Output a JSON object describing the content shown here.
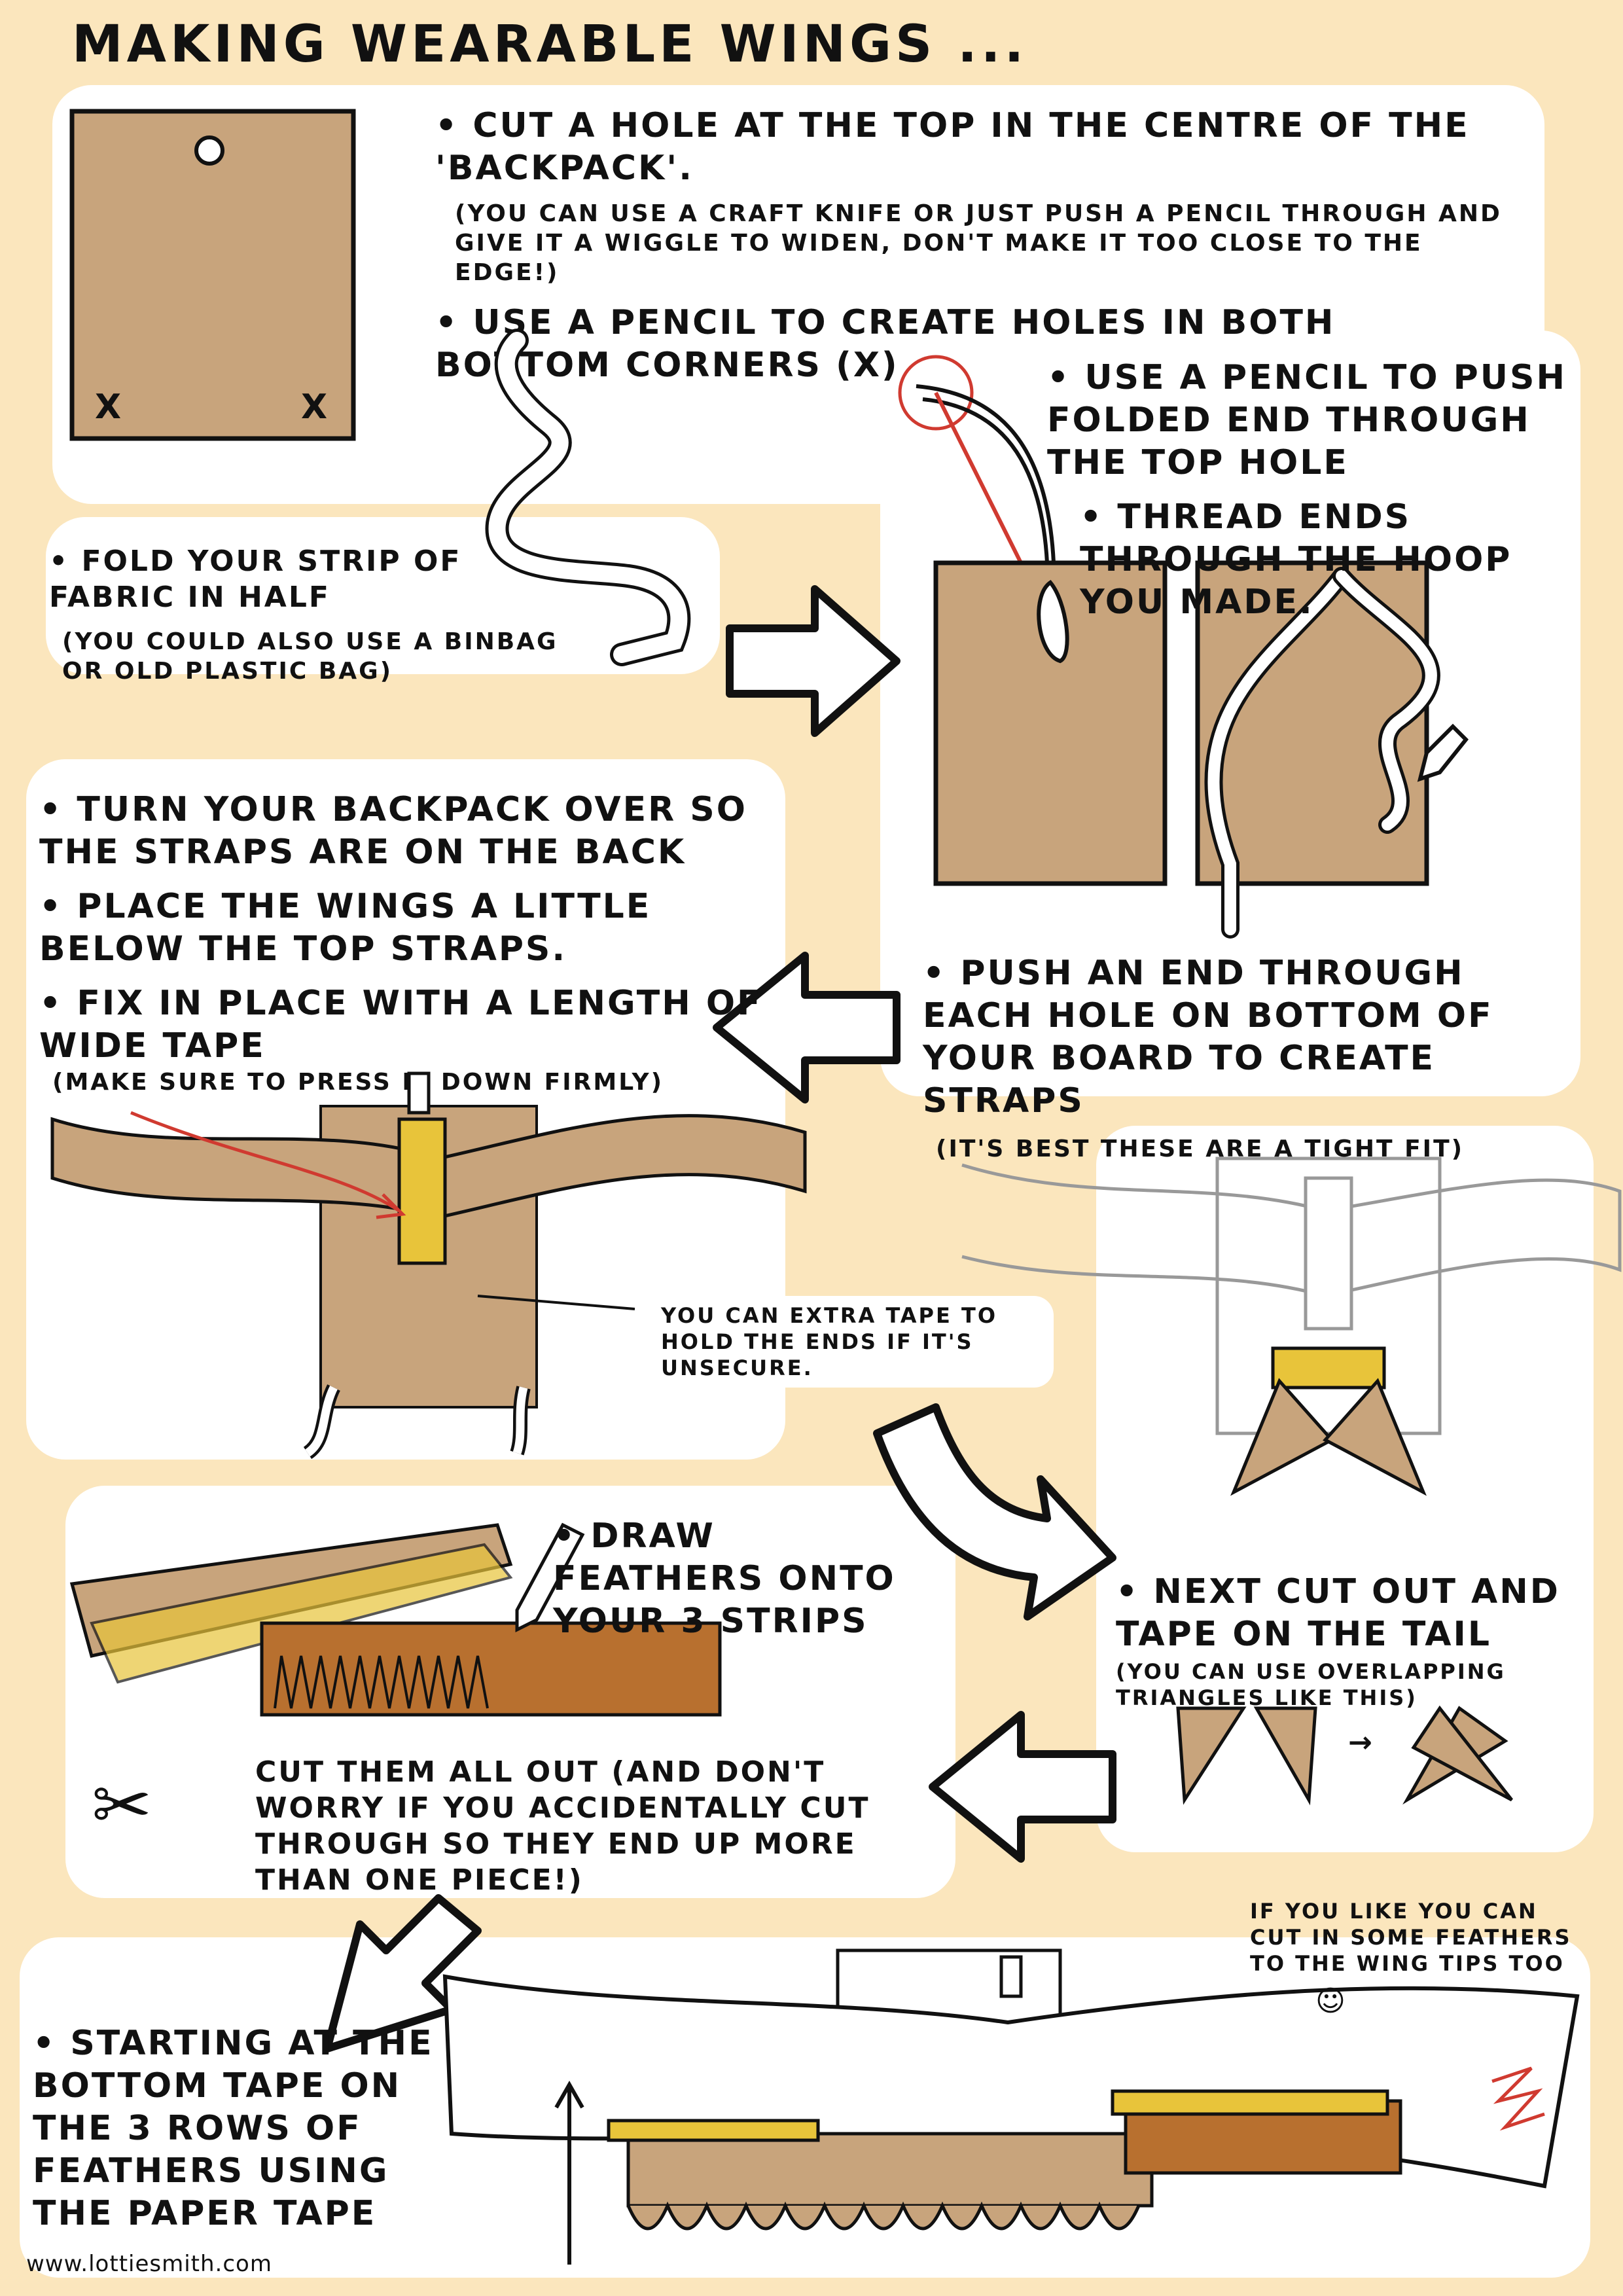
{
  "title": "MAKING WEARABLE WINGS ...",
  "step1": {
    "bullet1": "CUT A HOLE AT THE TOP IN THE CENTRE OF THE 'BACKPACK'.",
    "note1": "(YOU CAN USE A CRAFT KNIFE OR JUST PUSH A PENCIL THROUGH AND GIVE IT A WIGGLE TO WIDEN, DON'T MAKE IT TOO CLOSE TO THE EDGE!)",
    "bullet2": "USE A PENCIL TO CREATE HOLES IN BOTH BOTTOM CORNERS (X)",
    "corner_mark_left": "X",
    "corner_mark_right": "X"
  },
  "step2": {
    "bullet": "FOLD YOUR STRIP OF FABRIC IN HALF",
    "note": "(YOU COULD ALSO USE A BINBAG OR OLD PLASTIC BAG)"
  },
  "step3": {
    "bullet1": "USE A PENCIL TO PUSH FOLDED END THROUGH THE TOP HOLE",
    "bullet2": "THREAD ENDS THROUGH THE HOOP YOU MADE.",
    "bullet3": "PUSH AN END THROUGH EACH HOLE ON BOTTOM OF YOUR BOARD TO CREATE STRAPS",
    "note3": "(IT'S BEST THESE ARE A TIGHT FIT)"
  },
  "step4": {
    "bullet1": "TURN YOUR BACKPACK OVER SO THE STRAPS ARE ON THE BACK",
    "bullet2": "PLACE THE WINGS A LITTLE BELOW THE TOP STRAPS.",
    "bullet3": "FIX IN PLACE WITH A LENGTH OF WIDE TAPE",
    "note3": "(MAKE SURE TO PRESS IT DOWN FIRMLY)",
    "side_note": "YOU CAN EXTRA TAPE TO HOLD THE ENDS IF IT'S UNSECURE."
  },
  "step5": {
    "bullet": "NEXT CUT OUT AND TAPE ON THE TAIL",
    "note": "(YOU CAN USE OVERLAPPING TRIANGLES LIKE THIS)",
    "arrow_glyph": "→"
  },
  "step6": {
    "bullet1": "DRAW FEATHERS ONTO YOUR 3 STRIPS",
    "cut_text": "CUT THEM ALL OUT (AND DON'T WORRY IF YOU ACCIDENTALLY CUT THROUGH SO THEY END UP MORE THAN ONE PIECE!)"
  },
  "step7": {
    "bullet": "STARTING AT THE BOTTOM TAPE ON THE 3 ROWS OF FEATHERS USING THE PAPER TAPE",
    "tip": "IF YOU LIKE YOU CAN CUT IN SOME FEATHERS TO THE WING TIPS TOO",
    "smiley": "☺"
  },
  "footer": "www.lottiesmith.com",
  "colors": {
    "background": "#fbe6bd",
    "card": "#c8a47c",
    "tape": "#e8c43a",
    "feather_dark": "#b8702f",
    "red": "#d03a30"
  }
}
